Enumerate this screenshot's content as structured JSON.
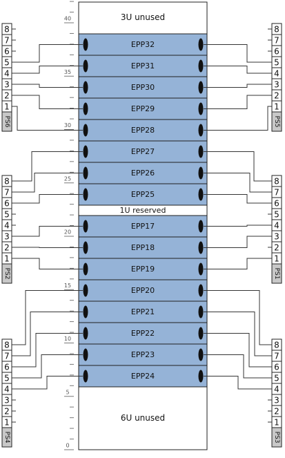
{
  "rack": {
    "top_unused_label": "3U unused",
    "reserved_label": "1U reserved",
    "bottom_unused_label": "6U unused",
    "ruler_labels": [
      "40",
      "35",
      "30",
      "25",
      "20",
      "15",
      "10",
      "5",
      "0"
    ],
    "epp_labels": [
      "EPP32",
      "EPP31",
      "EPP30",
      "EPP29",
      "EPP28",
      "EPP27",
      "EPP26",
      "EPP25",
      "EPP17",
      "EPP18",
      "EPP19",
      "EPP20",
      "EPP21",
      "EPP22",
      "EPP23",
      "EPP24"
    ]
  },
  "power_strips": [
    {
      "name": "PS6",
      "side": "left",
      "ports": [
        "8",
        "7",
        "6",
        "5",
        "4",
        "3",
        "2",
        "1"
      ]
    },
    {
      "name": "PS5",
      "side": "right",
      "ports": [
        "8",
        "7",
        "6",
        "5",
        "4",
        "3",
        "2",
        "1"
      ]
    },
    {
      "name": "PS2",
      "side": "left",
      "ports": [
        "8",
        "7",
        "6",
        "5",
        "4",
        "3",
        "2",
        "1"
      ]
    },
    {
      "name": "PS1",
      "side": "right",
      "ports": [
        "8",
        "7",
        "6",
        "5",
        "4",
        "3",
        "2",
        "1"
      ]
    },
    {
      "name": "PS4",
      "side": "left",
      "ports": [
        "8",
        "7",
        "6",
        "5",
        "4",
        "3",
        "2",
        "1"
      ]
    },
    {
      "name": "PS3",
      "side": "right",
      "ports": [
        "8",
        "7",
        "6",
        "5",
        "4",
        "3",
        "2",
        "1"
      ]
    }
  ],
  "colors": {
    "unit_fill": "#95b3d7",
    "unit_stroke": "#1f1f1f",
    "strip_label_fill": "#c8c8c8",
    "wire": "#333333",
    "connector": "#111111"
  }
}
